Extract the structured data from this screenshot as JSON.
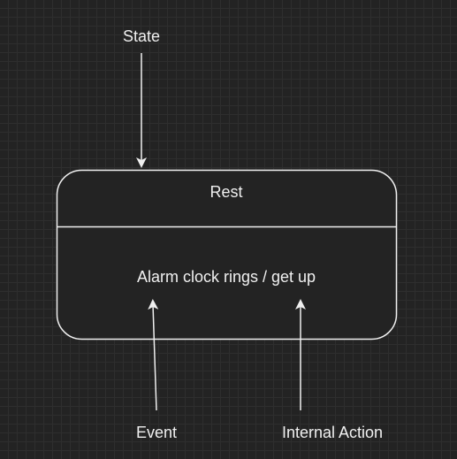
{
  "diagram": {
    "state_annotation": "State",
    "state_name": "Rest",
    "transition_text": "Alarm clock rings / get up",
    "event_annotation": "Event",
    "action_annotation": "Internal Action"
  },
  "colors": {
    "background": "#232323",
    "stroke": "#f0f0f0",
    "text": "#f0f0f0"
  }
}
